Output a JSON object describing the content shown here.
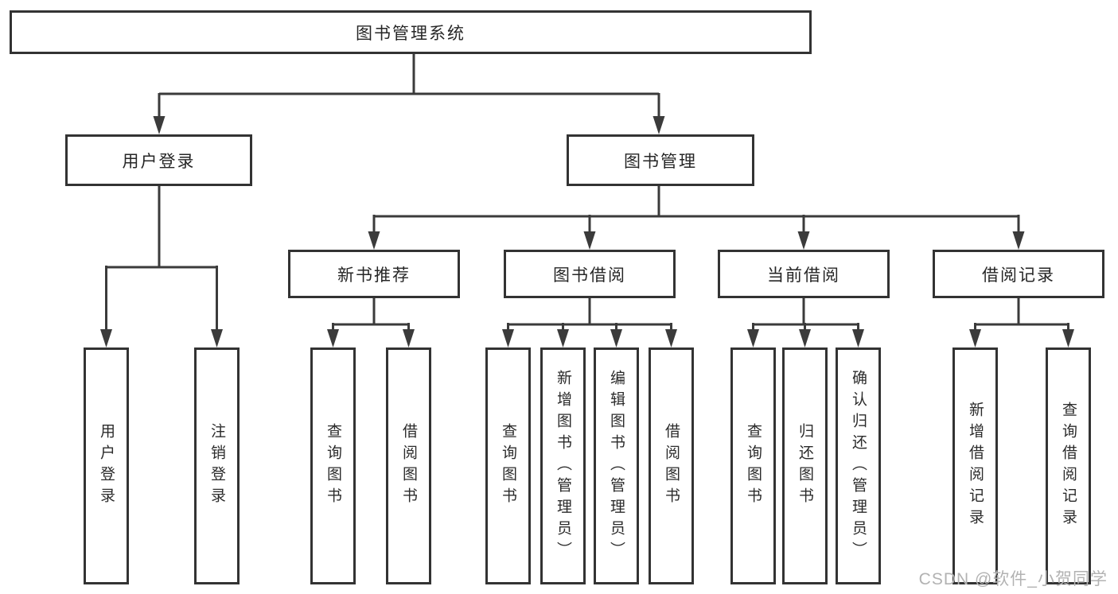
{
  "colors": {
    "line": "#3b3b3b",
    "box_border": "#333333",
    "box_fill": "#ffffff",
    "text": "#262626",
    "watermark": "#b2b2b2"
  },
  "root": {
    "label": "图书管理系统"
  },
  "user_login": {
    "label": "用户登录",
    "children": {
      "login": "用户登录",
      "logout": "注销登录"
    }
  },
  "book_management": {
    "label": "图书管理",
    "new_book_recommend": {
      "label": "新书推荐",
      "children": {
        "query_books": "查询图书",
        "borrow_books": "借阅图书"
      }
    },
    "book_borrowing": {
      "label": "图书借阅",
      "children": {
        "query_books": "查询图书",
        "add_books_admin": "新增图书（管理员）",
        "edit_books_admin": "编辑图书（管理员）",
        "borrow_books": "借阅图书"
      }
    },
    "current_borrowing": {
      "label": "当前借阅",
      "children": {
        "query_books": "查询图书",
        "return_books": "归还图书",
        "confirm_return_admin": "确认归还（管理员）"
      }
    },
    "borrowing_records": {
      "label": "借阅记录",
      "children": {
        "add_record": "新增借阅记录",
        "query_record": "查询借阅记录"
      }
    }
  },
  "watermark": {
    "text": "CSDN @软件_小贺同学"
  }
}
